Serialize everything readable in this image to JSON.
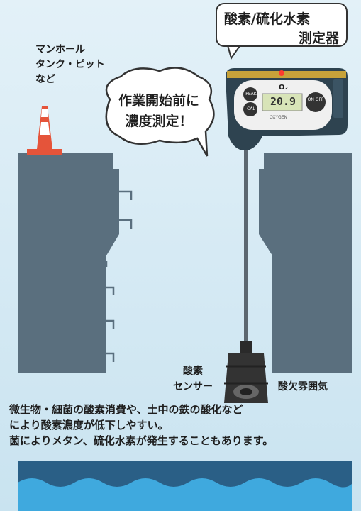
{
  "device_callout": {
    "line1": "酸素/硫化水素",
    "line2": "測定器"
  },
  "location_label": {
    "line1": "マンホール",
    "line2": "タンク・ピット",
    "line3": "など"
  },
  "bubble": {
    "line1": "作業開始前に",
    "line2": "濃度測定！"
  },
  "device": {
    "display_value": "20.9",
    "gas_symbol": "O₂",
    "button_left_top": "PEAK",
    "button_left_bottom": "CAL",
    "button_right": "ON OFF",
    "panel_text": "OXYGEN"
  },
  "sensor_label": {
    "line1": "酸素",
    "line2": "センサー"
  },
  "atmosphere_label": "酸欠雰囲気",
  "notes": {
    "line1": "微生物・細菌の酸素消費や、土中の鉄の酸化など",
    "line2": "により酸素濃度が低下しやすい。",
    "line3": "菌によりメタン、硫化水素が発生することもあります。"
  },
  "colors": {
    "wall": "#5a6f7e",
    "water_top": "#2a5f86",
    "water_bottom": "#3fa9de",
    "cone": "#e5543a"
  }
}
